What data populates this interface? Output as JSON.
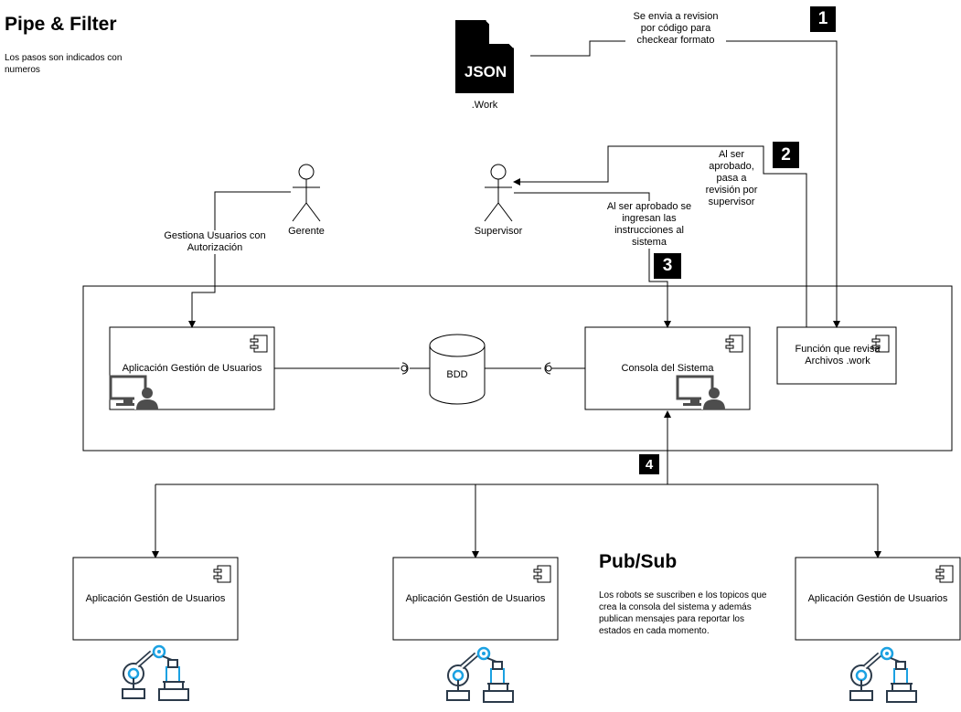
{
  "pipe_filter": {
    "title": "Pipe & Filter",
    "subtitle": "Los pasos son indicados con numeros"
  },
  "json_file": {
    "icon_text": "JSON",
    "label": ".Work"
  },
  "actors": {
    "gerente": "Gerente",
    "supervisor": "Supervisor"
  },
  "flow_labels": {
    "step1": "Se envia a revision por código para checkear formato",
    "step2": "Al ser aprobado, pasa a revisión por supervisor",
    "step3": "Al ser aprobado se ingresan las instrucciones al sistema",
    "gestiona": "Gestiona Usuarios con Autorización"
  },
  "badges": {
    "b1": "1",
    "b2": "2",
    "b3": "3",
    "b4": "4"
  },
  "components": {
    "app_gestion": "Aplicación Gestión de Usuarios",
    "bdd": "BDD",
    "consola": "Consola del Sistema",
    "funcion": "Función que revisa Archivos .work",
    "robot_app_1": "Aplicación Gestión de Usuarios",
    "robot_app_2": "Aplicación Gestión de Usuarios",
    "robot_app_3": "Aplicación Gestión de Usuarios"
  },
  "pub_sub": {
    "title": "Pub/Sub",
    "description": "Los robots se suscriben e los topicos que crea la consola del sistema y además publican mensajes para reportar los estados en cada momento."
  },
  "colors": {
    "stroke": "#000000",
    "robot_blue": "#1ba1e2",
    "robot_dark": "#2b3a4a",
    "icon_gray": "#4d4d4d"
  }
}
